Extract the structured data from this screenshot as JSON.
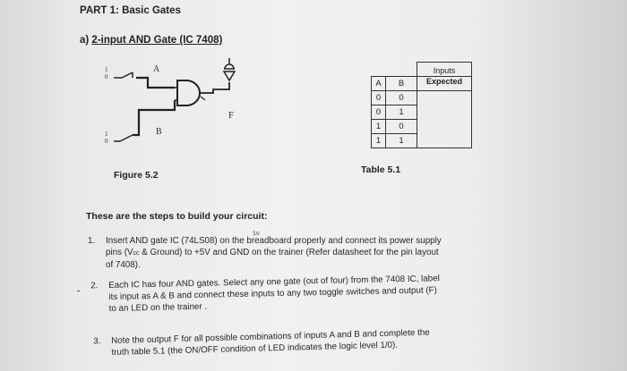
{
  "heading": "PART 1: Basic Gates",
  "subheading": {
    "prefix": "a) ",
    "title": "2-input AND Gate (IC 7408)"
  },
  "circuit": {
    "input_a_label": "A",
    "input_b_label": "B",
    "output_label": "F",
    "switch_mark_a": "1",
    "switch_mark_b": "1",
    "switch_zero_a": "0",
    "switch_zero_b": "0"
  },
  "figure_caption": "Figure 5.2",
  "table_caption": "Table 5.1",
  "truth_table": {
    "col_a": "A",
    "col_b": "B",
    "group_header": "Inputs",
    "expected_header": "Expected",
    "rows": [
      {
        "a": "0",
        "b": "0"
      },
      {
        "a": "0",
        "b": "1"
      },
      {
        "a": "1",
        "b": "0"
      },
      {
        "a": "1",
        "b": "1"
      }
    ]
  },
  "intro": "These are the steps to build your circuit:",
  "steps": [
    {
      "num": "1.",
      "lines": [
        "Insert AND gate IC (74LS08) on the breadboard properly and connect its power supply",
        "& Ground) to +5V and GND on the trainer (Refer datasheet for the pin layout",
        "of 7408)."
      ],
      "line2_prefix": "pins (V",
      "line2_sub": "cc"
    },
    {
      "num": "2.",
      "lines": [
        "Each IC has four AND gates. Select any one gate (out of four) from the 7408 IC, label",
        "its input as A & B and connect these inputs to any two toggle switches and output (F)",
        "to an LED on the trainer ."
      ]
    },
    {
      "num": "3.",
      "lines": [
        "Note the output F for all possible combinations of inputs A and B and complete the",
        "truth table 5.1 (the ON/OFF condition of LED indicates the logic level 1/0)."
      ]
    }
  ],
  "handwritten_note": "1o"
}
